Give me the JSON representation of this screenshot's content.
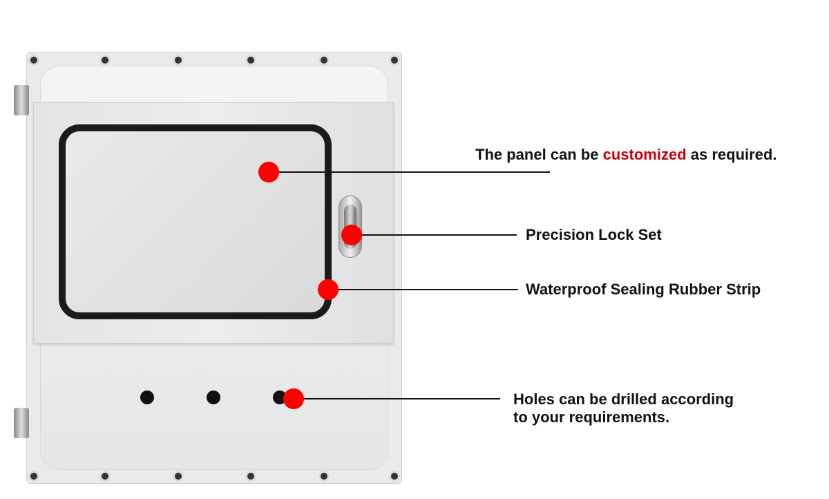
{
  "callouts": {
    "panel": {
      "prefix": "The panel can be ",
      "highlight": "customized",
      "suffix": " as required."
    },
    "lock": "Precision Lock Set",
    "gasket": "Waterproof Sealing Rubber Strip",
    "holes": {
      "line1": "Holes can be drilled according",
      "line2": "to your requirements."
    }
  },
  "colors": {
    "marker": "#ff0000",
    "highlight": "#c8000a"
  }
}
